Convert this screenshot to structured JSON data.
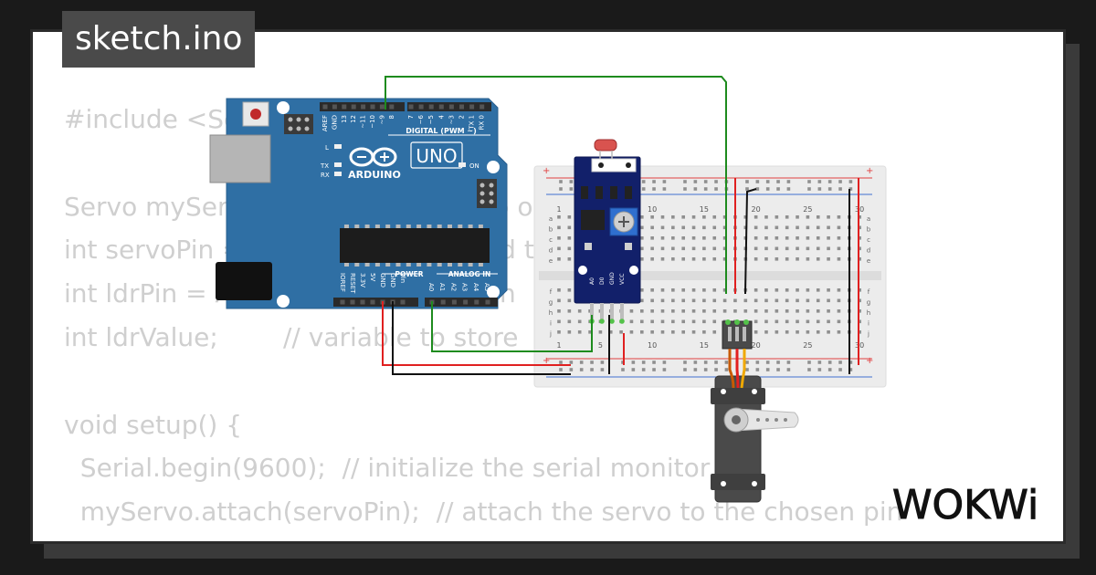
{
  "header": {
    "filename": "sketch.ino"
  },
  "code_lines": [
    "#include <Servo.h>",
    "",
    "Servo myServo;       // create servo object",
    "int servoPin = 9;    // pin connected to servo",
    "int ldrPin = A0;     // LDR sensor pin",
    "int ldrValue;        // variable to store",
    "",
    "void setup() {",
    "  Serial.begin(9600);  // initialize the serial monitor",
    "  myServo.attach(servoPin);  // attach the servo to the chosen pin",
    "}"
  ],
  "arduino": {
    "brand": "ARDUINO",
    "model": "UNO",
    "digital_label": "DIGITAL (PWM ~)",
    "power_label": "POWER",
    "analog_label": "ANALOG IN",
    "on_label": "ON",
    "l_label": "L",
    "tx_label": "TX",
    "rx_label": "RX",
    "top_pins": [
      "AREF",
      "GND",
      "13",
      "12",
      "~11",
      "~10",
      "~9",
      "8",
      "7",
      "~6",
      "~5",
      "4",
      "~3",
      "2",
      "TX 1",
      "RX 0"
    ],
    "power_pins": [
      "IOREF",
      "RESET",
      "3.3V",
      "5V",
      "GND",
      "GND",
      "Vin"
    ],
    "analog_pins": [
      "A0",
      "A1",
      "A2",
      "A3",
      "A4",
      "A5"
    ]
  },
  "sensor": {
    "pins": [
      "A0",
      "D0",
      "GND",
      "VCC"
    ]
  },
  "breadboard": {
    "col_numbers": [
      "1",
      "5",
      "10",
      "15",
      "20",
      "25",
      "30"
    ],
    "row_letters_top": [
      "a",
      "b",
      "c",
      "d",
      "e"
    ],
    "row_letters_bottom": [
      "f",
      "g",
      "h",
      "i",
      "j"
    ]
  },
  "brand": {
    "logo": "WOKWi"
  },
  "colors": {
    "board": "#2f6fa4",
    "wire_green": "#1e8b1e",
    "wire_red": "#e02020",
    "wire_black": "#111111",
    "servo_body": "#4a4a4a",
    "sensor_board": "#12206a"
  }
}
